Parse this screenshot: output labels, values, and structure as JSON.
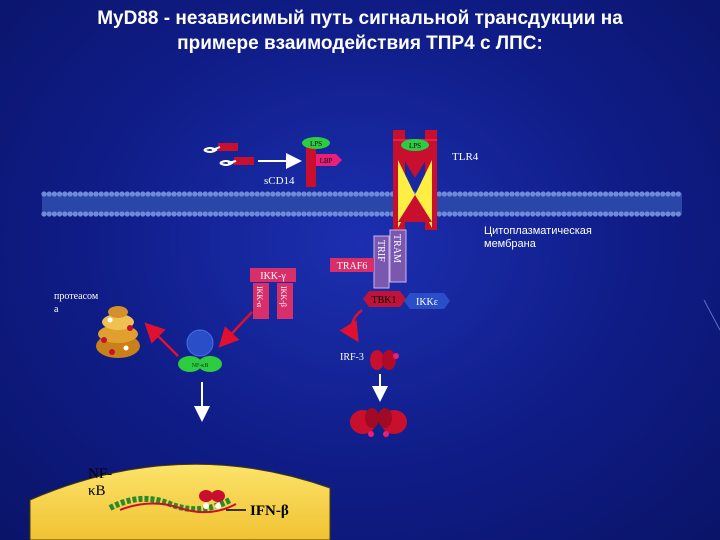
{
  "title": {
    "line1": "MyD88 - независимый путь сигнальной трансдукции на",
    "line2": "примере взаимодействия ТПР4 с ЛПС:"
  },
  "labels": {
    "lps_left": "LPS",
    "lps_receptor": "LPS",
    "lbp": "LBP",
    "scd14": "sCD14",
    "tlr4": "TLR4",
    "membrane_line1": "Цитоплазматическая",
    "membrane_line2": "мембрана",
    "tram": "TRAM",
    "trif": "TRIF",
    "traf6": "TRAF6",
    "ikk_gamma": "IKK-γ",
    "ikk_alpha": "IKK-α",
    "ikk_beta": "IKK-β",
    "tbk1": "TBK1",
    "ikk_epsilon": "IKKε",
    "proteasome_line1": "протеасом",
    "proteasome_line2": "а",
    "nfkb_complex": "NF-κB",
    "irf3": "IRF-3",
    "nfkb_line1": "NF-",
    "nfkb_line2": "κB",
    "ifn_beta": "IFN-β"
  },
  "colors": {
    "background": "#0f1c86",
    "lps": "#2ecc40",
    "tlr4_receptor": "#c8102e",
    "membrane": "#5a78c8",
    "tram_trif": "#7a58b0",
    "traf6": "#d82f6a",
    "ikk_gamma": "#d82f6a",
    "tbk1": "#c0133a",
    "ikk_epsilon": "#2a4ec8",
    "nucleus": "#f7d54a"
  }
}
